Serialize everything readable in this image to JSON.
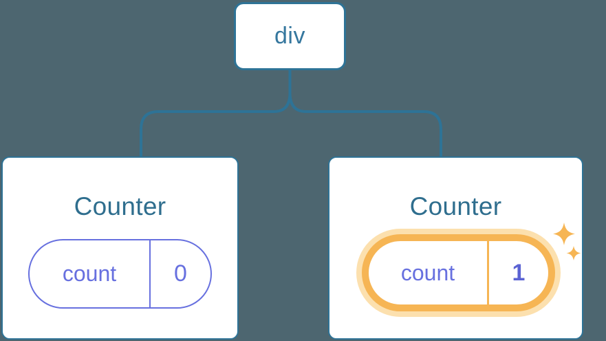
{
  "tree": {
    "root": {
      "label": "div"
    },
    "children": [
      {
        "title": "Counter",
        "state": {
          "name": "count",
          "value": "0"
        },
        "highlighted": false
      },
      {
        "title": "Counter",
        "state": {
          "name": "count",
          "value": "1"
        },
        "highlighted": true
      }
    ]
  },
  "icons": [
    {
      "name": "sparkles-icon",
      "meaning": "state updated highlight"
    }
  ],
  "colors": {
    "background": "#4D6670",
    "connector_blue": "#2E7396",
    "root_label_blue": "#35779E",
    "title_blue": "#2F6E8E",
    "state_purple": "#6770DF",
    "value_bold_purple": "#5B63D3",
    "highlight_orange": "#F6B554",
    "highlight_glow": "#FCE0AE",
    "card_background": "#FFFFFF"
  }
}
